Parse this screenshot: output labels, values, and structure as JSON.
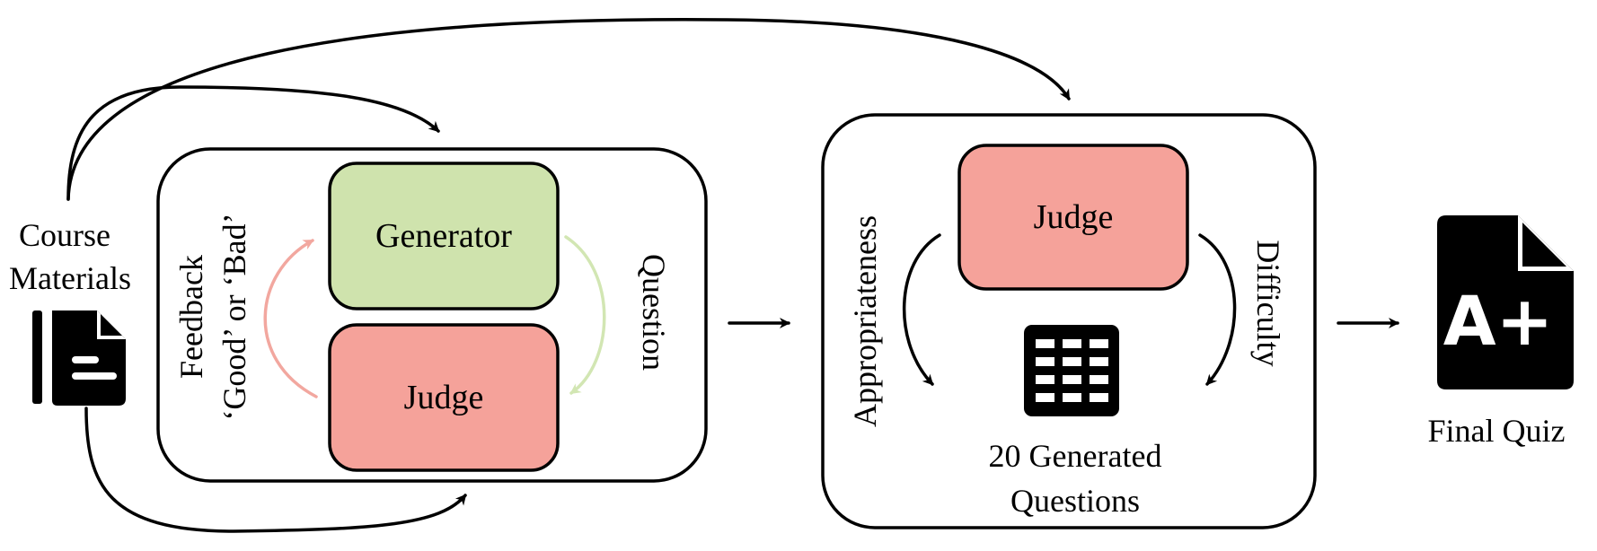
{
  "course_materials": {
    "line1": "Course",
    "line2": "Materials",
    "icon": "document-icon"
  },
  "stage1": {
    "generator_label": "Generator",
    "judge_label": "Judge",
    "feedback_line1": "Feedback",
    "feedback_line2": "‘Good’ or ‘Bad’",
    "question_label": "Question"
  },
  "stage2": {
    "judge_label": "Judge",
    "appropriateness_label": "Appropriateness",
    "difficulty_label": "Difficulty",
    "questions_line1": "20 Generated",
    "questions_line2": "Questions",
    "icon": "grid-table-icon"
  },
  "final": {
    "label": "Final Quiz",
    "grade_text": "A+",
    "icon": "graded-document-icon"
  },
  "colors": {
    "generator_fill": "#cfe3ad",
    "judge_fill": "#f5a29a",
    "feedback_arrow": "#f2a79f",
    "question_arrow": "#d2e6b3",
    "line": "#000000"
  }
}
